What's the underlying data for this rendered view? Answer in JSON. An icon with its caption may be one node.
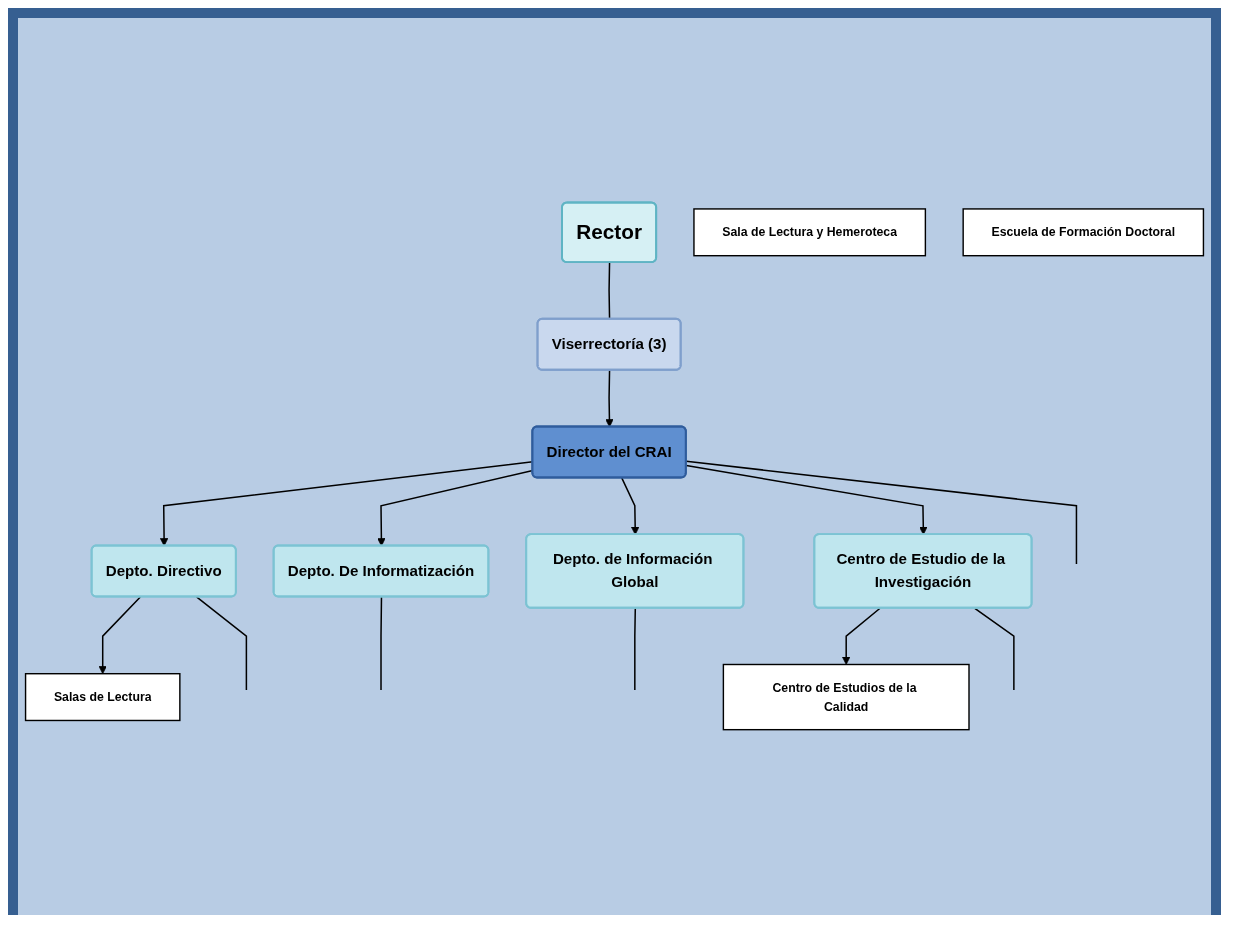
{
  "diagram": {
    "nodes": [
      {
        "text": [
          "Rector"
        ]
      },
      {
        "text": [
          "Viserrectoría (3)"
        ]
      },
      {
        "text": [
          "Director del CRAI"
        ]
      },
      {
        "text": [
          "Depto. Directivo"
        ]
      },
      {
        "text": [
          "Depto. De Informatización"
        ]
      },
      {
        "text": [
          "Depto. de Información Global"
        ]
      },
      {
        "text": [
          "Centro de Estudio de la Investigación"
        ]
      },
      {
        "text": [
          "Salas de Lectura"
        ]
      },
      {
        "text": [
          "Sala de Lectura y Hemeroteca"
        ]
      },
      {
        "text": [
          "Centro de Estudios de la Calidad"
        ]
      },
      {
        "text": [
          "Escuela de Formación Doctoral"
        ]
      }
    ],
    "edges": [
      {
        "from": 0,
        "to": 1,
        "arrow": "none"
      },
      {
        "from": 1,
        "to": 2,
        "arrow": "to"
      },
      {
        "from": 2,
        "to": 3,
        "arrow": "to"
      },
      {
        "from": 2,
        "to": 4,
        "arrow": "to"
      },
      {
        "from": 2,
        "to": 5,
        "arrow": "to"
      },
      {
        "from": 2,
        "to": 6,
        "arrow": "to"
      },
      {
        "from": 3,
        "to": 7,
        "arrow": "to"
      },
      {
        "from": 6,
        "to": 9,
        "arrow": "to"
      },
      {
        "from": 2,
        "to": null,
        "arrow": "none"
      },
      {
        "from": 3,
        "to": null,
        "arrow": "none"
      },
      {
        "from": 4,
        "to": null,
        "arrow": "none"
      },
      {
        "from": 5,
        "to": null,
        "arrow": "none"
      },
      {
        "from": 6,
        "to": null,
        "arrow": "none"
      }
    ]
  }
}
